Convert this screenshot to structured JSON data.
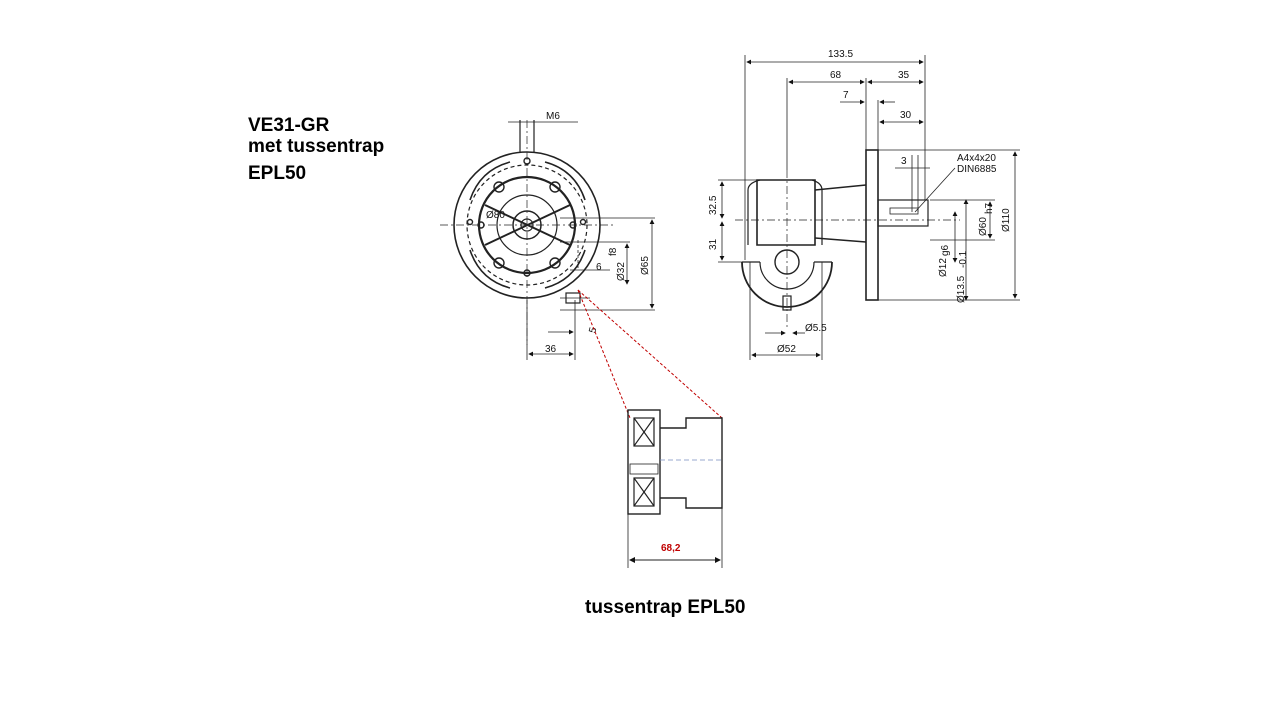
{
  "title": {
    "line1": "VE31-GR",
    "line2": "met tussentrap",
    "line3": "EPL50"
  },
  "caption": "tussentrap EPL50",
  "front_view": {
    "dims": {
      "m6": "M6",
      "d80": "Ø80",
      "d32": "Ø32",
      "f8": "f8",
      "d65": "Ø65",
      "six": "6",
      "five": "5",
      "d36": "36"
    }
  },
  "side_view": {
    "dims": {
      "d133": "133.5",
      "d68": "68",
      "d35": "35",
      "d7": "7",
      "d30": "30",
      "d3": "3",
      "key1": "A4x4x20",
      "key2": "DIN6885",
      "d325": "32.5",
      "d31": "31",
      "d60": "Ø60",
      "h7": "h7",
      "d110": "Ø110",
      "d12": "Ø12",
      "g6": "g6",
      "d135": "Ø13.5",
      "tol": "-0.1",
      "d55": "Ø5.5",
      "d52": "Ø52"
    }
  },
  "detail": {
    "dim": "68,2",
    "colors": {
      "accent": "#c00000",
      "line": "#222222",
      "centerline": "#7a8fc0"
    }
  }
}
